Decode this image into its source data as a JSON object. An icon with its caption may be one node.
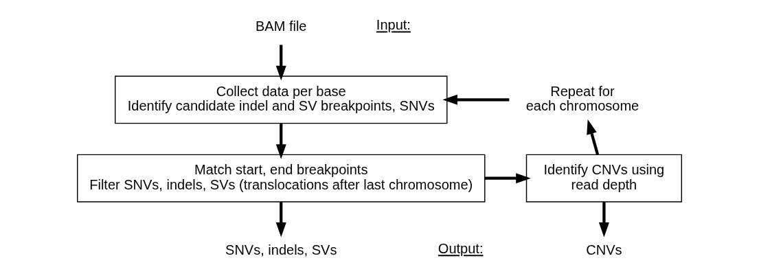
{
  "diagram": {
    "nodes": [
      {
        "text": [
          "BAM file"
        ]
      },
      {
        "text": [
          "Collect data per base",
          "Identify candidate indel and SV breakpoints, SNVs"
        ]
      },
      {
        "text": [
          "Repeat for each chromosome"
        ]
      },
      {
        "text": [
          "Match start, end breakpoints",
          "Filter SNVs, indels, SVs (translocations after last chromosome)"
        ]
      },
      {
        "text": [
          "Identify CNVs using read depth"
        ]
      },
      {
        "text": [
          "SNVs, indels, SVs"
        ]
      },
      {
        "text": [
          "CNVs"
        ]
      }
    ],
    "edges": [
      {
        "from": 0,
        "to": 1,
        "arrow": "to"
      },
      {
        "from": 2,
        "to": 1,
        "arrow": "to"
      },
      {
        "from": 1,
        "to": 3,
        "arrow": "to"
      },
      {
        "from": 3,
        "to": 4,
        "arrow": "to"
      },
      {
        "from": 4,
        "to": 2,
        "arrow": "to"
      },
      {
        "from": 3,
        "to": 5,
        "arrow": "to"
      },
      {
        "from": 4,
        "to": 6,
        "arrow": "to"
      }
    ],
    "labels": [
      "Input:",
      "Output:"
    ]
  }
}
